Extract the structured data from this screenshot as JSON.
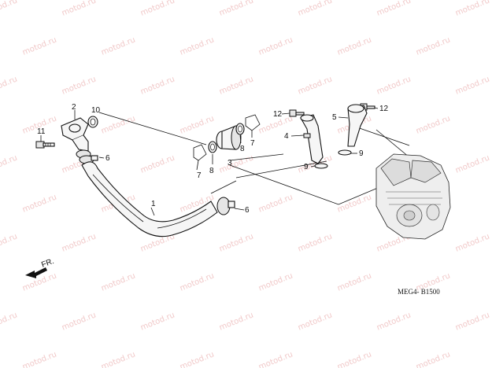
{
  "watermark": {
    "text": "motod.ru"
  },
  "diagram": {
    "code": "MEG4- B1500",
    "direction_label": "FR.",
    "callouts": {
      "c1": "1",
      "c2": "2",
      "c3": "3",
      "c4": "4",
      "c5": "5",
      "c6a": "6",
      "c6b": "6",
      "c7a": "7",
      "c7b": "7",
      "c8a": "8",
      "c8b": "8",
      "c9a": "9",
      "c9b": "9",
      "c10": "10",
      "c11": "11",
      "c12a": "12",
      "c12b": "12"
    }
  }
}
